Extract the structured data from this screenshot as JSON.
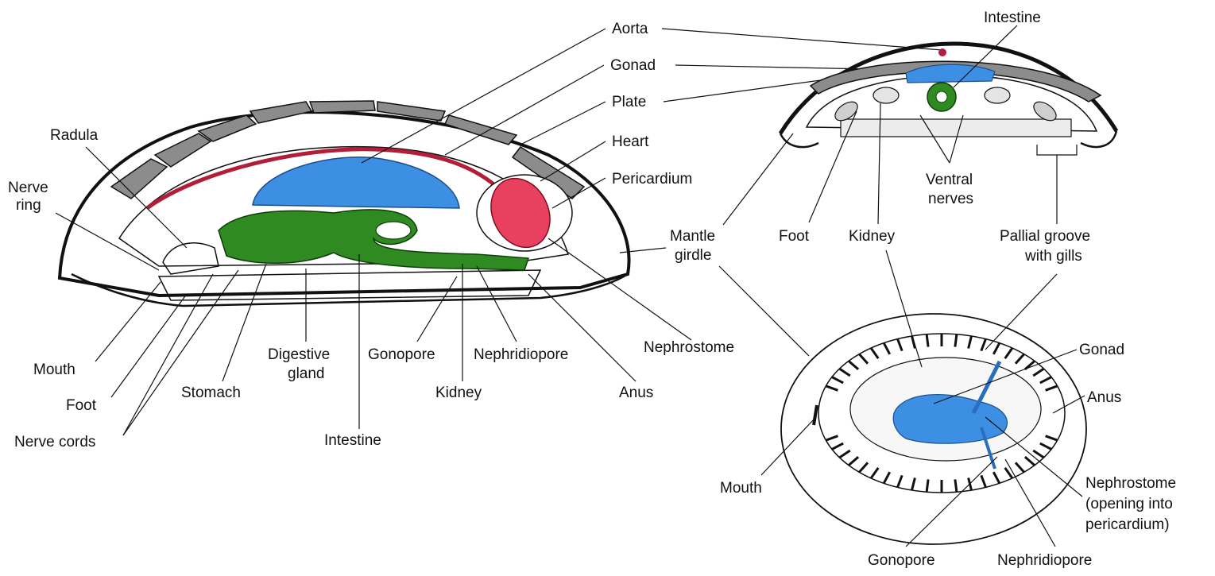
{
  "colors": {
    "gonad_blue": "#3d8fe3",
    "gut_green": "#2f8a22",
    "heart_red": "#e8405e",
    "aorta_red": "#b21e38",
    "plate_gray": "#8c8c8c",
    "outline": "#111111"
  },
  "side_view": {
    "labels": {
      "aorta": "Aorta",
      "gonad": "Gonad",
      "plate": "Plate",
      "heart": "Heart",
      "pericardium": "Pericardium",
      "radula": "Radula",
      "nerve_ring_1": "Nerve",
      "nerve_ring_2": "ring",
      "mouth": "Mouth",
      "foot": "Foot",
      "nerve_cords": "Nerve cords",
      "stomach": "Stomach",
      "digestive_gland_1": "Digestive",
      "digestive_gland_2": "gland",
      "intestine": "Intestine",
      "gonopore": "Gonopore",
      "kidney": "Kidney",
      "nephridiopore": "Nephridiopore",
      "anus": "Anus",
      "nephrostome": "Nephrostome"
    }
  },
  "mantle_girdle": {
    "line1": "Mantle",
    "line2": "girdle"
  },
  "cross_section": {
    "labels": {
      "intestine": "Intestine",
      "ventral_nerves_1": "Ventral",
      "ventral_nerves_2": "nerves",
      "foot": "Foot",
      "kidney": "Kidney",
      "pallial_groove_1": "Pallial groove",
      "pallial_groove_2": "with gills"
    }
  },
  "ventral_view": {
    "labels": {
      "gonad": "Gonad",
      "anus": "Anus",
      "mouth": "Mouth",
      "nephrostome_1": "Nephrostome",
      "nephrostome_2": "(opening into",
      "nephrostome_3": "pericardium)",
      "gonopore": "Gonopore",
      "nephridiopore": "Nephridiopore"
    }
  }
}
